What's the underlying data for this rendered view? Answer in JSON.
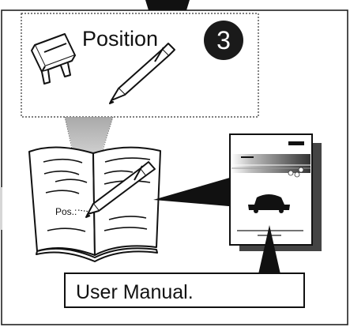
{
  "position_label": "Position",
  "step_number": "3",
  "pos_label": "Pos.:",
  "manual_caption": "User Manual."
}
